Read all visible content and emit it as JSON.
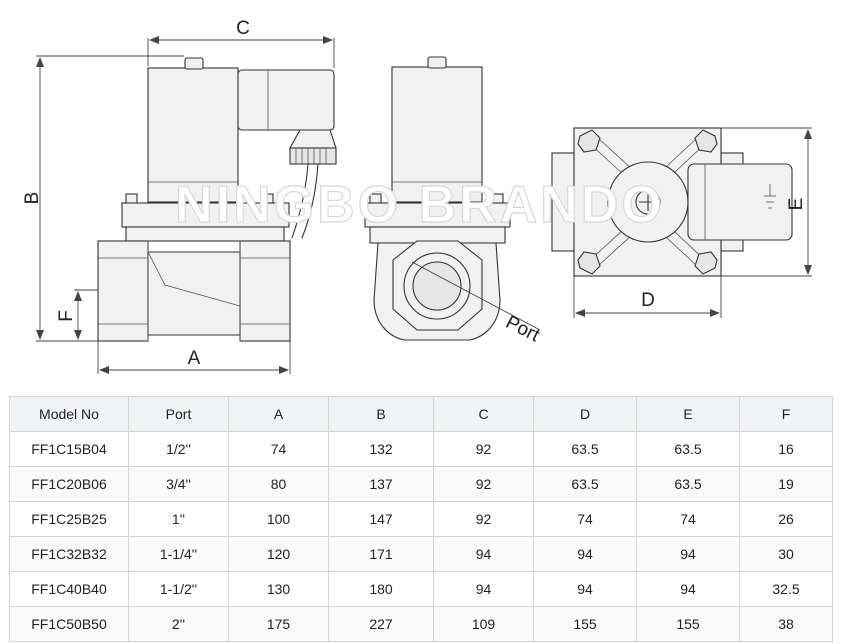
{
  "drawing": {
    "watermark": "NINGBO BRANDO",
    "dimension_labels": {
      "a": "A",
      "b": "B",
      "c": "C",
      "d": "D",
      "e": "E",
      "f": "F",
      "port": "Port"
    }
  },
  "table": {
    "headers": [
      "Model No",
      "Port",
      "A",
      "B",
      "C",
      "D",
      "E",
      "F"
    ],
    "rows": [
      [
        "FF1C15B04",
        "1/2''",
        "74",
        "132",
        "92",
        "63.5",
        "63.5",
        "16"
      ],
      [
        "FF1C20B06",
        "3/4''",
        "80",
        "137",
        "92",
        "63.5",
        "63.5",
        "19"
      ],
      [
        "FF1C25B25",
        "1''",
        "100",
        "147",
        "92",
        "74",
        "74",
        "26"
      ],
      [
        "FF1C32B32",
        "1-1/4''",
        "120",
        "171",
        "94",
        "94",
        "94",
        "30"
      ],
      [
        "FF1C40B40",
        "1-1/2''",
        "130",
        "180",
        "94",
        "94",
        "94",
        "32.5"
      ],
      [
        "FF1C50B50",
        "2''",
        "175",
        "227",
        "109",
        "155",
        "155",
        "38"
      ]
    ]
  }
}
